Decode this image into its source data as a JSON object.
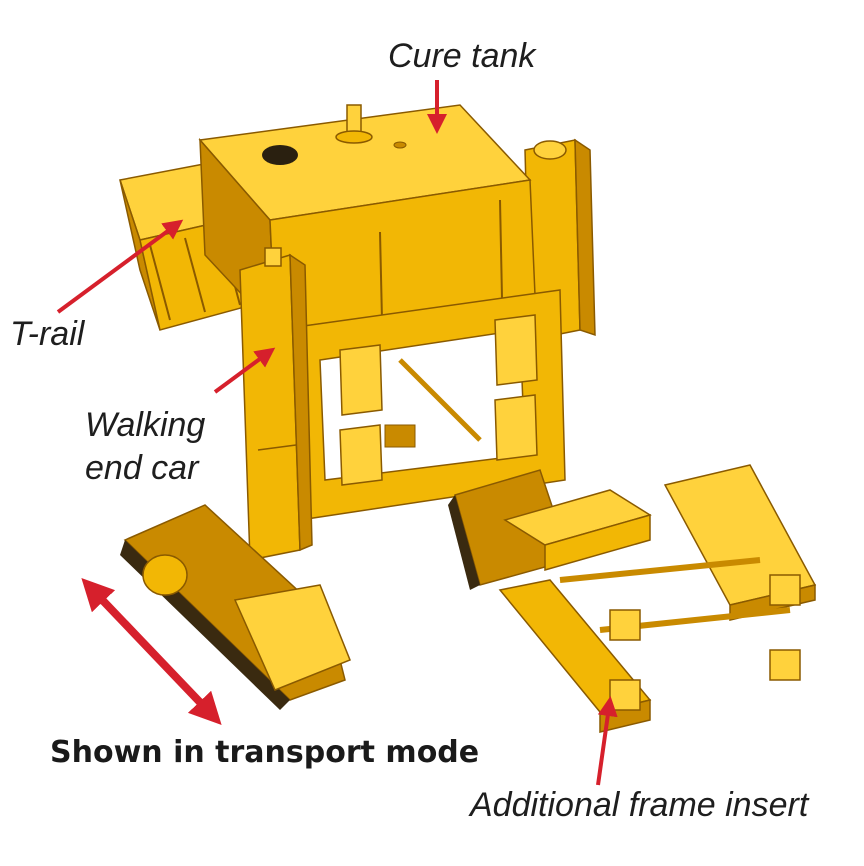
{
  "labels": {
    "cure_tank": "Cure tank",
    "t_rail": "T-rail",
    "walking_end_car_line1": "Walking",
    "walking_end_car_line2": "end car",
    "transport_mode": "Shown in transport mode",
    "additional_frame_insert": "Additional frame insert"
  },
  "colors": {
    "machine_yellow": "#f2b705",
    "machine_light": "#ffd23c",
    "machine_shadow": "#c98a00",
    "machine_dark": "#8a5a00",
    "track_dark": "#3a2a10",
    "arrow_red": "#d6202c",
    "text": "#1e1e1e"
  }
}
